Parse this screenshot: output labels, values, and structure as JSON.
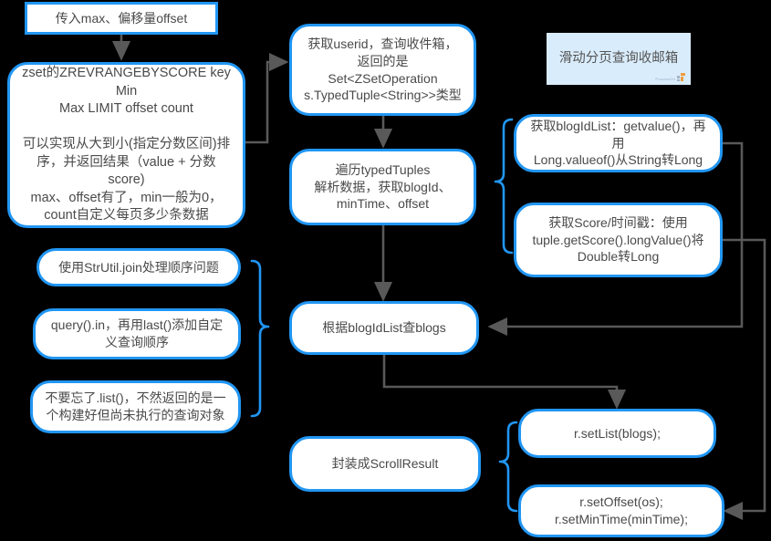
{
  "diagram": {
    "title_card": {
      "label": "滑动分页查询收邮箱",
      "bg": "#d9ecfb"
    },
    "palette": {
      "node_border": "#2196f3",
      "node_fill": "#ffffff",
      "wire": "#595959",
      "text": "#4a4a4a",
      "background": "#000000"
    },
    "nodes": [
      {
        "id": "input",
        "label": "传入max、偏移量offset"
      },
      {
        "id": "zset",
        "label": "zset的ZREVRANGEBYSCORE key Min\nMax LIMIT offset count\n\n可以实现从大到小(指定分数区间)排\n序，并返回结果（value + 分数score)\nmax、offset有了，min一般为0，\ncount自定义每页多少条数据"
      },
      {
        "id": "userid",
        "label": "获取userid，查询收件箱，\n返回的是 Set<ZSetOperation\ns.TypedTuple<String>>类型"
      },
      {
        "id": "traverse",
        "label": "遍历typedTuples\n解析数据，获取blogId、\nminTime、offset"
      },
      {
        "id": "blogidlist",
        "label": "获取blogIdList：getvalue()，再用\nLong.valueof()从String转Long"
      },
      {
        "id": "score",
        "label": "获取Score/时间戳：使用\ntuple.getScore().longValue()将\nDouble转Long"
      },
      {
        "id": "strutil",
        "label": "使用StrUtil.join处理顺序问题"
      },
      {
        "id": "queryin",
        "label": "query().in，再用last()添加自定\n义查询顺序"
      },
      {
        "id": "dotlist",
        "label": "不要忘了.list()，不然返回的是一\n个构建好但尚未执行的查询对象"
      },
      {
        "id": "queryblogs",
        "label": "根据blogIdList查blogs"
      },
      {
        "id": "scrollresult",
        "label": "封装成ScrollResult"
      },
      {
        "id": "setlist",
        "label": "r.setList(blogs);"
      },
      {
        "id": "setoffset",
        "label": "r.setOffset(os);\nr.setMinTime(minTime);"
      }
    ]
  }
}
